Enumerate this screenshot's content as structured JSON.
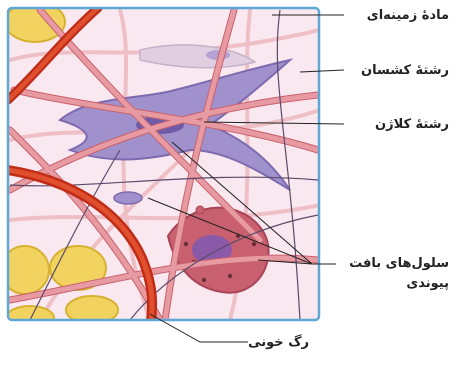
{
  "labels": {
    "ground_substance": "مادهٔ زمینه‌ای",
    "elastic_fiber": "رشتهٔ کشسان",
    "collagen_fiber": "رشتهٔ کلاژن",
    "connective_cells_line1": "سلول‌های بافت",
    "connective_cells_line2": "پیوندی",
    "blood_vessel": "رگ خونی"
  },
  "colors": {
    "frame_border": "#5fa8d6",
    "ground_substance": "#f9e8ef",
    "elastic_fiber": "#efb3b9",
    "collagen_fiber": "#e28a93",
    "blood_vessel": "#d8381f",
    "fibroblast": "#9f8ec9",
    "mast_cell": "#c65a6a",
    "fat_cell": "#f2d35f",
    "leader_line": "#222222"
  }
}
